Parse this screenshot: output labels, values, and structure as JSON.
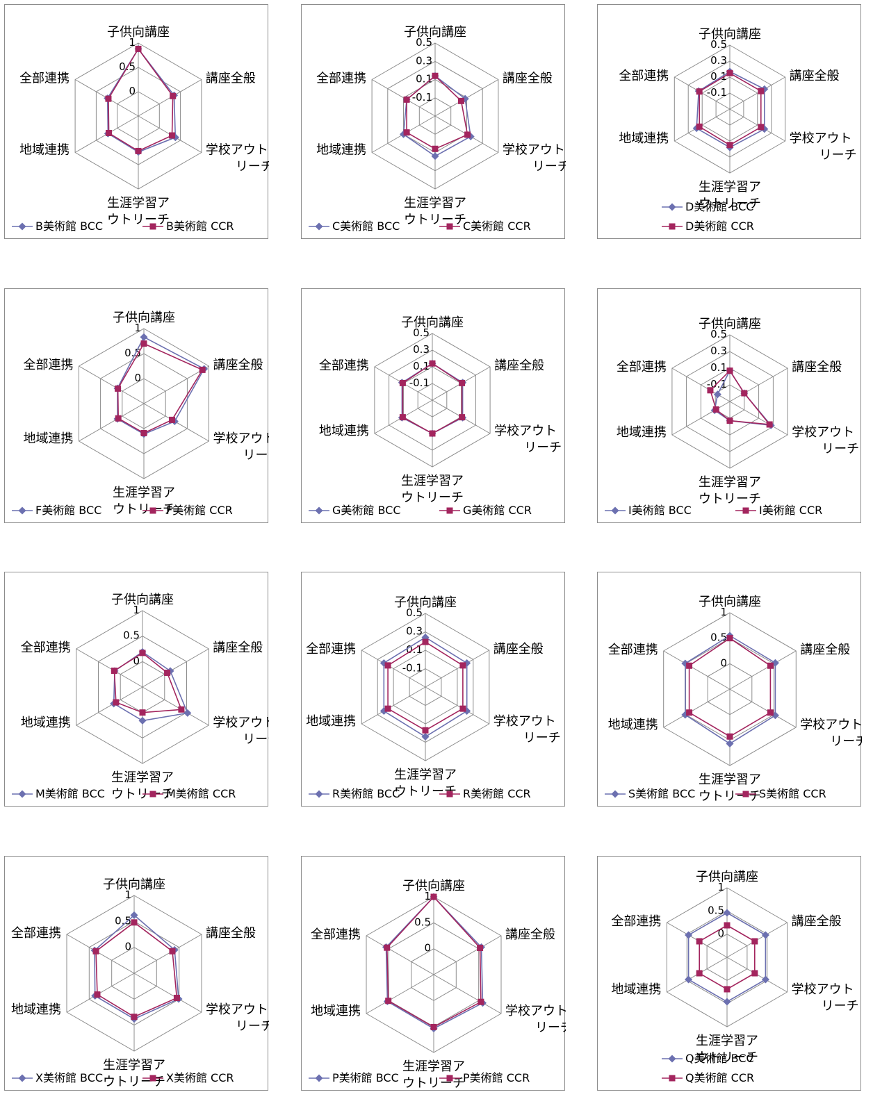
{
  "chart_data": [
    {
      "type": "radar",
      "axes": [
        "子供向講座",
        "講座全般",
        "学校アウトリーチ",
        "生涯学習アウトリーチ",
        "地域連携",
        "全部連携"
      ],
      "rlim": [
        -0.5,
        1
      ],
      "ticks": [
        "0",
        "0.5",
        "1"
      ],
      "series": [
        {
          "name": "B美術館 BCC",
          "marker": "diamond",
          "color": "#6c70b0",
          "values": [
            0.88,
            0.35,
            0.38,
            0.24,
            0.22,
            0.23
          ]
        },
        {
          "name": "B美術館 CCR",
          "marker": "square",
          "color": "#a3255e",
          "values": [
            0.88,
            0.32,
            0.3,
            0.22,
            0.2,
            0.21
          ]
        }
      ]
    },
    {
      "type": "radar",
      "axes": [
        "子供向講座",
        "講座全般",
        "学校アウトリーチ",
        "生涯学習アウトリーチ",
        "地域連携",
        "全部連携"
      ],
      "rlim": [
        -0.3,
        0.5
      ],
      "ticks": [
        "-0.1",
        "0.1",
        "0.3",
        "0.5"
      ],
      "series": [
        {
          "name": "C美術館 BCC",
          "marker": "diamond",
          "color": "#6c70b0",
          "values": [
            0.14,
            0.08,
            0.15,
            0.14,
            0.1,
            0.06
          ]
        },
        {
          "name": "C美術館 CCR",
          "marker": "square",
          "color": "#a3255e",
          "values": [
            0.14,
            0.03,
            0.11,
            0.06,
            0.06,
            0.06
          ]
        }
      ]
    },
    {
      "type": "radar",
      "axes": [
        "子供向講座",
        "講座全般",
        "学校アウトリーチ",
        "生涯学習アウトリーチ",
        "地域連携",
        "全部連携"
      ],
      "rlim": [
        -0.3,
        0.5
      ],
      "ticks": [
        "-0.1",
        "0.1",
        "0.3",
        "0.5"
      ],
      "series": [
        {
          "name": "D美術館 BCC",
          "marker": "diamond",
          "color": "#6c70b0",
          "values": [
            0.17,
            0.2,
            0.2,
            0.18,
            0.18,
            0.15
          ]
        },
        {
          "name": "D美術館 CCR",
          "marker": "square",
          "color": "#a3255e",
          "values": [
            0.15,
            0.15,
            0.15,
            0.15,
            0.14,
            0.14
          ]
        }
      ]
    },
    {
      "type": "radar",
      "axes": [
        "子供向講座",
        "講座全般",
        "学校アウトリーチ",
        "生涯学習アウトリーチ",
        "地域連携",
        "全部連携"
      ],
      "rlim": [
        -0.5,
        1
      ],
      "ticks": [
        "0",
        "0.5",
        "1"
      ],
      "series": [
        {
          "name": "F美術館 BCC",
          "marker": "diamond",
          "color": "#6c70b0",
          "values": [
            0.83,
            0.89,
            0.21,
            0.11,
            0.11,
            0.11
          ]
        },
        {
          "name": "F美術館 CCR",
          "marker": "square",
          "color": "#a3255e",
          "values": [
            0.7,
            0.85,
            0.15,
            0.09,
            0.09,
            0.1
          ]
        }
      ]
    },
    {
      "type": "radar",
      "axes": [
        "子供向講座",
        "講座全般",
        "学校アウトリーチ",
        "生涯学習アウトリーチ",
        "地域連携",
        "全部連携"
      ],
      "rlim": [
        -0.3,
        0.5
      ],
      "ticks": [
        "-0.1",
        "0.1",
        "0.3",
        "0.5"
      ],
      "series": [
        {
          "name": "G美術館 BCC",
          "marker": "diamond",
          "color": "#6c70b0",
          "values": [
            0.14,
            0.12,
            0.12,
            0.1,
            0.12,
            0.12
          ]
        },
        {
          "name": "G美術館 CCR",
          "marker": "square",
          "color": "#a3255e",
          "values": [
            0.14,
            0.11,
            0.11,
            0.1,
            0.11,
            0.11
          ]
        }
      ]
    },
    {
      "type": "radar",
      "axes": [
        "子供向講座",
        "講座全般",
        "学校アウトリーチ",
        "生涯学習アウトリーチ",
        "地域連携",
        "全部連携"
      ],
      "rlim": [
        -0.3,
        0.5
      ],
      "ticks": [
        "-0.1",
        "0.1",
        "0.3",
        "0.5"
      ],
      "series": [
        {
          "name": "I美術館 BCC",
          "marker": "diamond",
          "color": "#6c70b0",
          "values": [
            0.07,
            -0.1,
            0.27,
            -0.07,
            -0.09,
            -0.13
          ]
        },
        {
          "name": "I美術館 CCR",
          "marker": "square",
          "color": "#a3255e",
          "values": [
            0.07,
            -0.1,
            0.25,
            -0.07,
            -0.11,
            -0.03
          ]
        }
      ]
    },
    {
      "type": "radar",
      "axes": [
        "子供向講座",
        "講座全般",
        "学校アウトリーチ",
        "生涯学習アウトリーチ",
        "地域連携",
        "全部連携"
      ],
      "rlim": [
        -0.5,
        1
      ],
      "ticks": [
        "0",
        "0.5",
        "1"
      ],
      "series": [
        {
          "name": "M美術館 BCC",
          "marker": "diamond",
          "color": "#6c70b0",
          "values": [
            0.19,
            0.13,
            0.52,
            0.16,
            0.15,
            0.13
          ]
        },
        {
          "name": "M美術館 CCR",
          "marker": "square",
          "color": "#a3255e",
          "values": [
            0.17,
            0.06,
            0.38,
            0.0,
            0.1,
            0.14
          ]
        }
      ]
    },
    {
      "type": "radar",
      "axes": [
        "子供向講座",
        "講座全般",
        "学校アウトリーチ",
        "生涯学習アウトリーチ",
        "地域連携",
        "全部連携"
      ],
      "rlim": [
        -0.3,
        0.5
      ],
      "ticks": [
        "-0.1",
        "0.1",
        "0.3",
        "0.5"
      ],
      "series": [
        {
          "name": "R美術館 BCC",
          "marker": "diamond",
          "color": "#6c70b0",
          "values": [
            0.24,
            0.22,
            0.22,
            0.24,
            0.22,
            0.22
          ]
        },
        {
          "name": "R美術館 CCR",
          "marker": "square",
          "color": "#a3255e",
          "values": [
            0.19,
            0.17,
            0.17,
            0.17,
            0.17,
            0.17
          ]
        }
      ]
    },
    {
      "type": "radar",
      "axes": [
        "子供向講座",
        "講座全般",
        "学校アウトリーチ",
        "生涯学習アウトリーチ",
        "地域連携",
        "全部連携"
      ],
      "rlim": [
        -0.5,
        1
      ],
      "ticks": [
        "0",
        "0.5",
        "1"
      ],
      "series": [
        {
          "name": "S美術館 BCC",
          "marker": "diamond",
          "color": "#6c70b0",
          "values": [
            0.55,
            0.53,
            0.53,
            0.57,
            0.51,
            0.51
          ]
        },
        {
          "name": "S美術館 CCR",
          "marker": "square",
          "color": "#a3255e",
          "values": [
            0.5,
            0.42,
            0.42,
            0.43,
            0.42,
            0.42
          ]
        }
      ]
    },
    {
      "type": "radar",
      "axes": [
        "子供向講座",
        "講座全般",
        "学校アウトリーチ",
        "生涯学習アウトリーチ",
        "地域連携",
        "全部連携"
      ],
      "rlim": [
        -0.5,
        1
      ],
      "ticks": [
        "0",
        "0.5",
        "1"
      ],
      "series": [
        {
          "name": "X美術館 BCC",
          "marker": "diamond",
          "color": "#6c70b0",
          "values": [
            0.62,
            0.4,
            0.49,
            0.38,
            0.37,
            0.38
          ]
        },
        {
          "name": "X美術館 CCR",
          "marker": "square",
          "color": "#a3255e",
          "values": [
            0.48,
            0.35,
            0.45,
            0.34,
            0.32,
            0.35
          ]
        }
      ]
    },
    {
      "type": "radar",
      "axes": [
        "子供向講座",
        "講座全般",
        "学校アウトリーチ",
        "生涯学習アウトリーチ",
        "地域連携",
        "全部連携"
      ],
      "rlim": [
        -0.5,
        1
      ],
      "ticks": [
        "0",
        "0.5",
        "1"
      ],
      "series": [
        {
          "name": "P美術館 BCC",
          "marker": "diamond",
          "color": "#6c70b0",
          "values": [
            1.0,
            0.56,
            0.59,
            0.54,
            0.53,
            0.56
          ]
        },
        {
          "name": "P美術館 CCR",
          "marker": "square",
          "color": "#a3255e",
          "values": [
            1.0,
            0.53,
            0.55,
            0.51,
            0.51,
            0.54
          ]
        }
      ]
    },
    {
      "type": "radar",
      "axes": [
        "子供向講座",
        "講座全般",
        "学校アウトリーチ",
        "生涯学習アウトリーチ",
        "地域連携",
        "全部連携"
      ],
      "rlim": [
        -0.5,
        1
      ],
      "ticks": [
        "0",
        "0.5",
        "1"
      ],
      "series": [
        {
          "name": "Q美術館 BCC",
          "marker": "diamond",
          "color": "#6c70b0",
          "values": [
            0.46,
            0.46,
            0.46,
            0.46,
            0.46,
            0.46
          ]
        },
        {
          "name": "Q美術館 CCR",
          "marker": "square",
          "color": "#a3255e",
          "values": [
            0.19,
            0.19,
            0.19,
            0.19,
            0.19,
            0.19
          ]
        }
      ]
    }
  ]
}
